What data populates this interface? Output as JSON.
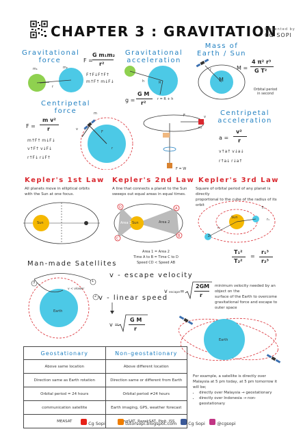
{
  "header": {
    "qr_caption": "",
    "title": "CHAPTER 3 : GRAVITATION",
    "presented_by": "Presented by",
    "author": "CG SOPI"
  },
  "grav_force": {
    "title_l1": "Gravitational",
    "title_l2": "force",
    "formula_lhs": "F =",
    "num": "G m₁m₂",
    "den": "r²",
    "m1": "m₁",
    "m2": "m₂",
    "r": "r",
    "rel1": "F↑F↓F↑F↑",
    "rel2": "m↑F↑ m↓F↓"
  },
  "grav_accel": {
    "title_l1": "Gravitational",
    "title_l2": "acceleration",
    "h": "h",
    "R": "R",
    "lhs": "g =",
    "num": "G M",
    "den": "r²",
    "note": "r = R + h"
  },
  "mass_earth": {
    "title_l1": "Mass of",
    "title_l2": "Earth / Sun",
    "lhs": "M =",
    "num": "4 π² r³",
    "den": "G T²",
    "M": "M",
    "r": "r",
    "note_l1": "Orbital period",
    "note_l2": "in second"
  },
  "centripetal_force": {
    "title_l1": "Centripetal",
    "title_l2": "force",
    "lhs": "F =",
    "num": "m v²",
    "den": "r",
    "rel1": "m↑F↑ m↓F↓",
    "rel2": "v↑F↑ v↓F↓",
    "rel3": "r↑F↓ r↓F↑",
    "m": "m",
    "v": "v",
    "F": "F",
    "r": "r"
  },
  "centripetal_accel": {
    "title_l1": "Centripetal",
    "title_l2": "acceleration",
    "lhs": "a =",
    "num": "v²",
    "den": "r",
    "rel1": "v↑a↑ v↓a↓",
    "rel2": "r↑a↓ r↓a↑",
    "F": "F",
    "v": "v",
    "m": "m",
    "FW": "F = W"
  },
  "kepler1": {
    "title": "Kepler's 1st Law",
    "desc_l1": "All planets move in elliptical orbits",
    "desc_l2": "with the Sun at one focus.",
    "sun": "Sun"
  },
  "kepler2": {
    "title": "Kepler's 2nd Law",
    "desc_l1": "A line that connects a planet to the Sun",
    "desc_l2": "sweeps out equal areas in equal times.",
    "sun": "Sun",
    "area1": "Area 1",
    "area2": "Area 2",
    "A": "A",
    "B": "B",
    "C": "C",
    "D": "D",
    "note1": "Area 1 = Area 2",
    "note2": "Time A to B = Time C to D",
    "note3": "Speed CD < Speed AB"
  },
  "kepler3": {
    "title": "Kepler's 3rd Law",
    "desc_l1": "Square of orbital period of any planet is directly",
    "desc_l2": "proportional to the cube of the radius of its orbit",
    "sun": "Sun",
    "r1": "r₁",
    "r2": "r₂",
    "T1": "T₁",
    "T2": "T₂",
    "lhs_num": "T₁²",
    "lhs_den": "T₂²",
    "rhs_num": "r₁³",
    "rhs_den": "r₂³"
  },
  "satellites": {
    "title": "Man-made Satellites",
    "earth": "Earth",
    "vlower": "v < vlower",
    "n1": "1",
    "n2": "2",
    "n3": "3"
  },
  "escape": {
    "label": "v - escape velocity",
    "lhs": "v",
    "sub": "escape",
    "eq": "=",
    "num": "2GM",
    "den": "r",
    "desc_l1": "minimum velocity needed by an object on the",
    "desc_l2": "surface of the Earth to overcome",
    "desc_l3": "gravitational force and escape to outer space"
  },
  "linear": {
    "label": "v - linear speed",
    "eq": "=",
    "num": "G M",
    "den": "r",
    "lhs": "v ="
  },
  "orbit_fig": {
    "earth": "Earth"
  },
  "table": {
    "head_geo": "Geostationary",
    "head_non": "Non-geostationary",
    "rows": [
      [
        "Above same location",
        "Above different location"
      ],
      [
        "Direction same as Earth rotation",
        "Direction same or different from Earth"
      ],
      [
        "Orbital period = 24 hours",
        "Orbital period ≠24 hours"
      ],
      [
        "communication satellite",
        "Earth imaging, GPS, weather forecast"
      ],
      [
        "MEASAT",
        "TiungSAT, RazakSAT, Pipit, ISS"
      ]
    ]
  },
  "example": {
    "text": "For example, a satellite is directly over Malaysia at 5 pm today, at 5 pm tomorrow it will be;",
    "b1": "directly over Malaysia → geostationary",
    "b2": "directly over Indonesia → non-geostationary"
  },
  "footer": {
    "yt": "Cg Sopi",
    "blog": "tutorsopi.blogspot.com",
    "fb": "Cg Sopi",
    "ig": "@cgsopi"
  },
  "colors": {
    "blue": "#1f7fc0",
    "red": "#d9282f",
    "green": "#8fd14f",
    "earth": "#4cc9e6",
    "sun": "#f5b800"
  }
}
